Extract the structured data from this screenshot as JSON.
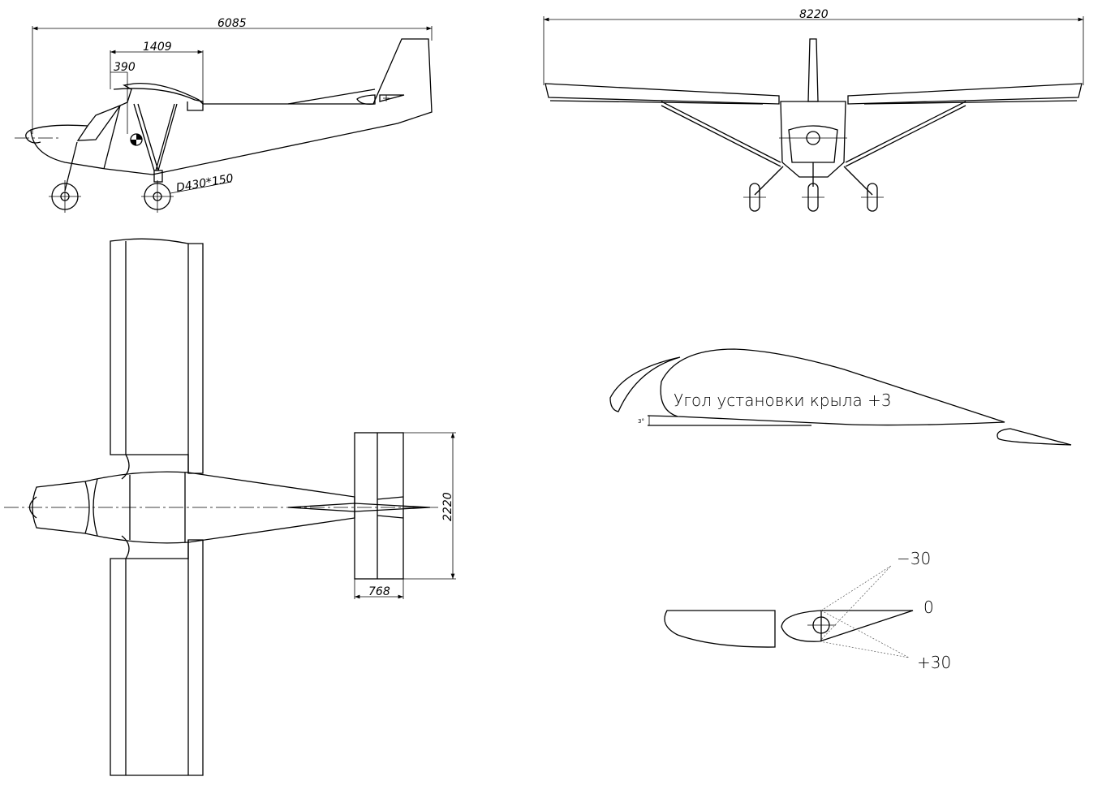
{
  "side_view": {
    "overall_length": "6085",
    "wing_chord_span": "1409",
    "cg_offset": "390",
    "wheel_size": "D430*150"
  },
  "front_view": {
    "wingspan": "8220"
  },
  "top_view": {
    "stabilizer_span": "2220",
    "stabilizer_chord": "768"
  },
  "wing_section": {
    "caption": "Угол установки крыла +3",
    "angle_label": "3°"
  },
  "control_deflection": {
    "up_label": "−30",
    "neutral_label": "0",
    "down_label": "+30"
  }
}
